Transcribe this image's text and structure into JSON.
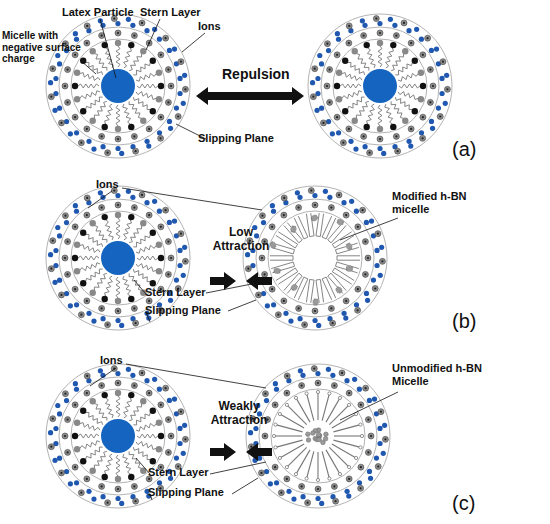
{
  "diagram": {
    "labels": [
      "Latex Particle",
      "Stern Layer",
      "Ions",
      "Micelle with negative surface charge",
      "Repulsion",
      "Slipping Plane",
      "(a)",
      "Ions",
      "Modified h-BN micelle",
      "Low Attraction",
      "Stern Layer",
      "Slipping Plane",
      "(b)",
      "Ions",
      "Unmodified h-BN Micelle",
      "Weakly Attraction",
      "Stern Layer",
      "Slipping Plane",
      "(c)"
    ]
  }
}
